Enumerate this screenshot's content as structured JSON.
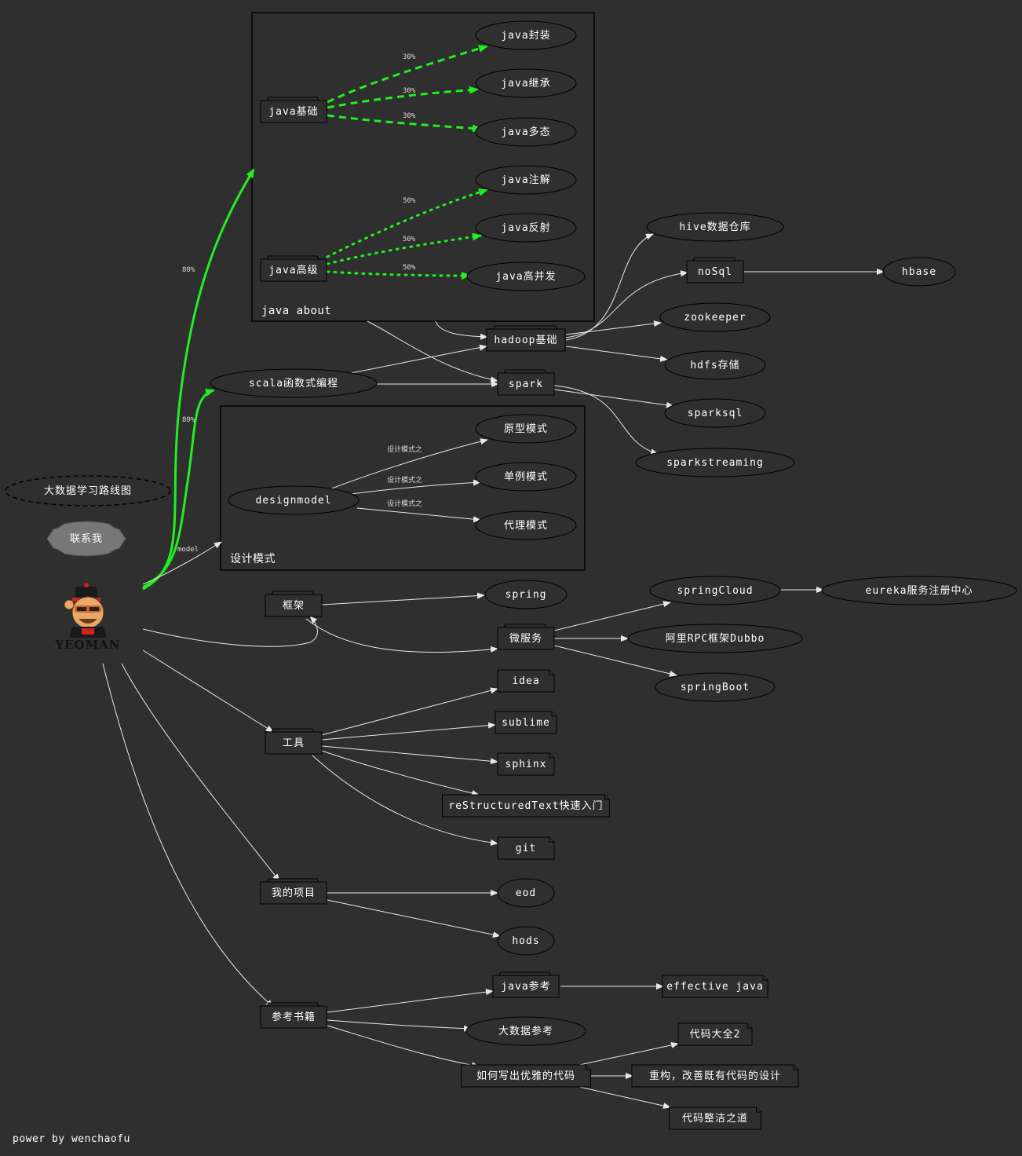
{
  "diagram": {
    "clusters": {
      "java_about": "java about",
      "design": "设计模式"
    },
    "nodes": {
      "title": "大数据学习路线图",
      "contact": "联系我",
      "yeoman": "YEOMAN",
      "java_basic": "java基础",
      "java_advanced": "java高级",
      "java_encap": "java封装",
      "java_inherit": "java继承",
      "java_poly": "java多态",
      "java_annot": "java注解",
      "java_reflect": "java反射",
      "java_concurrency": "java高并发",
      "hive": "hive数据仓库",
      "nosql": "noSql",
      "hbase": "hbase",
      "zookeeper": "zookeeper",
      "hadoop": "hadoop基础",
      "hdfs": "hdfs存储",
      "scala": "scala函数式编程",
      "spark": "spark",
      "sparksql": "sparksql",
      "sparkstreaming": "sparkstreaming",
      "designmodel": "designmodel",
      "prototype": "原型模式",
      "singleton": "单例模式",
      "proxy": "代理模式",
      "framework": "框架",
      "spring": "spring",
      "springcloud": "springCloud",
      "eureka": "eureka服务注册中心",
      "microservice": "微服务",
      "dubbo": "阿里RPC框架Dubbo",
      "springboot": "springBoot",
      "tools": "工具",
      "idea": "idea",
      "sublime": "sublime",
      "sphinx": "sphinx",
      "rst": "reStructuredText快速入门",
      "git": "git",
      "projects": "我的项目",
      "eod": "eod",
      "hods": "hods",
      "books": "参考书籍",
      "java_ref": "java参考",
      "effective_java": "effective java",
      "bigdata_ref": "大数据参考",
      "elegant_code": "如何写出优雅的代码",
      "code_complete": "代码大全2",
      "refactoring": "重构，改善既有代码的设计",
      "clean_code": "代码整洁之道"
    },
    "edge_labels": {
      "java_about_pct": "80%",
      "scala_pct": "80%",
      "model": "model",
      "encap_pct": "30%",
      "inherit_pct": "30%",
      "poly_pct": "30%",
      "annot_pct": "50%",
      "reflect_pct": "50%",
      "concurrency_pct": "50%",
      "prototype_rel": "设计模式之",
      "singleton_rel": "设计模式之",
      "proxy_rel": "设计模式之"
    },
    "colors": {
      "background": "#2f2f2f",
      "highlight_edge": "#22ee22",
      "edge": "#e8e8e8",
      "contact_fill": "#777777"
    }
  },
  "footer": "power by wenchaofu"
}
